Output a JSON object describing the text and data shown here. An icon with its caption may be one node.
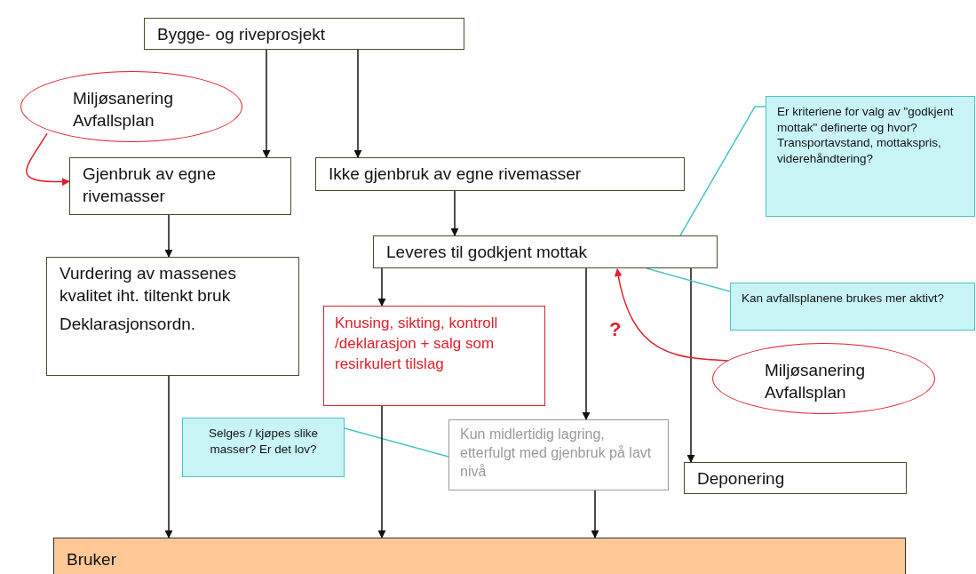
{
  "diagram": {
    "nodes": [
      {
        "text": [
          "Bygge- og riveprosjekt"
        ]
      },
      {
        "text": [
          "Miljøsanering Avfallsplan"
        ]
      },
      {
        "text": [
          "Gjenbruk av egne rivemasser"
        ]
      },
      {
        "text": [
          "Ikke gjenbruk av egne rivemasser"
        ]
      },
      {
        "text": [
          "Er kriteriene for valg av \"godkjent mottak\" definerte og hvor? Transportavstand, mottakspris, viderehåndtering?"
        ]
      },
      {
        "text": [
          "Leveres til godkjent mottak"
        ]
      },
      {
        "text": [
          "Vurdering av massenes kvalitet iht. tiltenkt bruk",
          "Deklarasjonsordn."
        ]
      },
      {
        "text": [
          "Kan avfallsplanene brukes mer aktivt?"
        ]
      },
      {
        "text": [
          "Knusing, sikting, kontroll /deklarasjon + salg som resirkulert tilslag"
        ]
      },
      {
        "text": [
          "Miljøsanering Avfallsplan"
        ]
      },
      {
        "text": [
          "Selges / kjøpes slike masser? Er det lov?"
        ]
      },
      {
        "text": [
          "Kun midlertidig lagring, etterfulgt med gjenbruk på lavt nivå"
        ]
      },
      {
        "text": [
          "Deponering"
        ]
      },
      {
        "text": [
          "Bruker"
        ]
      }
    ],
    "edges": [
      {
        "from": 0,
        "to": 2,
        "arrow": "to"
      },
      {
        "from": 0,
        "to": 3,
        "arrow": "to"
      },
      {
        "from": 1,
        "to": 2,
        "arrow": "to",
        "color": "#e0202a"
      },
      {
        "from": 3,
        "to": 5,
        "arrow": "to"
      },
      {
        "from": 2,
        "to": 6,
        "arrow": "to"
      },
      {
        "from": 4,
        "to": 5,
        "arrow": "none",
        "color": "#4cc4c4"
      },
      {
        "from": 5,
        "to": 8,
        "arrow": "to"
      },
      {
        "from": 5,
        "to": 11,
        "arrow": "to"
      },
      {
        "from": 5,
        "to": 12,
        "arrow": "to"
      },
      {
        "from": 7,
        "to": 5,
        "arrow": "none",
        "color": "#4cc4c4"
      },
      {
        "from": 9,
        "to": 5,
        "arrow": "to",
        "color": "#e0202a"
      },
      {
        "from": 10,
        "to": 11,
        "arrow": "none",
        "color": "#4cc4c4"
      },
      {
        "from": 6,
        "to": 13,
        "arrow": "to"
      },
      {
        "from": 8,
        "to": 13,
        "arrow": "to"
      },
      {
        "from": 11,
        "to": 13,
        "arrow": "to"
      }
    ],
    "labels": [
      "?"
    ]
  }
}
